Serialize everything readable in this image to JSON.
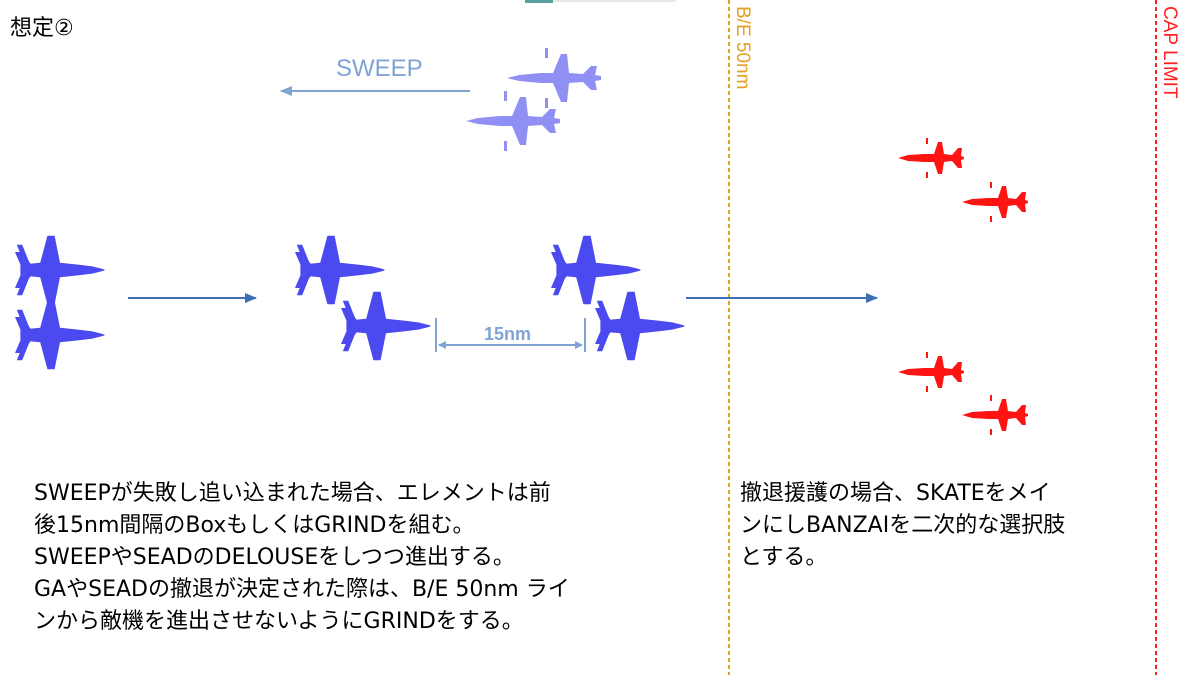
{
  "title": "想定②",
  "colors": {
    "friendly": "#4a4af0",
    "sweep": "#9090f4",
    "hostile": "#ff1414",
    "arrow": "#3c6fb4",
    "sweep_arrow": "#7fa4d4",
    "be_line": "#e6a020",
    "cap_line": "#ff2020",
    "top_mark": "#5aa0a0"
  },
  "lines": {
    "be_label": "B/E 50nm",
    "cap_label": "CAP LIMIT"
  },
  "sweep": {
    "label": "SWEEP"
  },
  "spacing": {
    "label": "15nm"
  },
  "notes": {
    "left": [
      "SWEEPが失敗し追い込まれた場合、エレメントは前",
      "後15nm間隔のBoxもしくはGRINDを組む。",
      "SWEEPやSEADのDELOUSEをしつつ進出する。",
      "GAやSEADの撤退が決定された際は、B/E 50nm ライ",
      "ンから敵機を進出させないようにGRINDをする。"
    ],
    "right": [
      "撤退援護の場合、SKATEをメイ",
      "ンにしBANZAIを二次的な選択肢",
      "とする。"
    ]
  },
  "icons": {
    "friendly_jet": "f15-jet-icon",
    "sweep_jet": "f16-jet-icon",
    "hostile_jet": "hostile-jet-icon"
  }
}
